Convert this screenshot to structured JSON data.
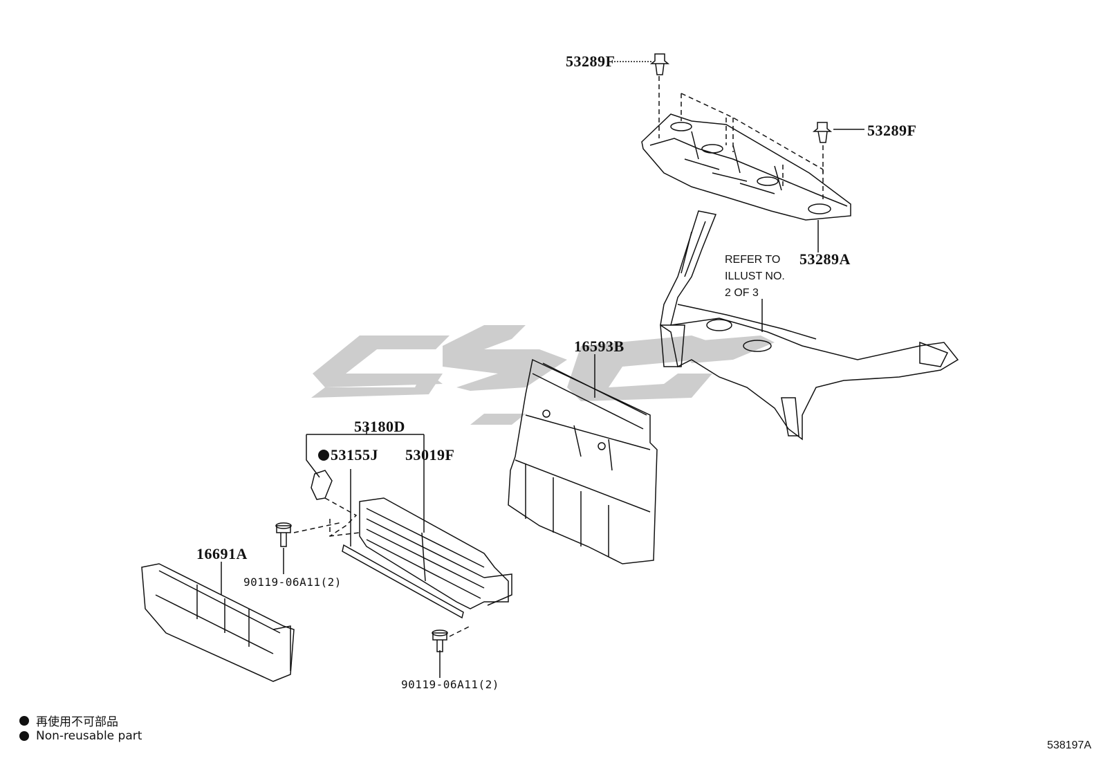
{
  "parts": {
    "p53289F_top": "53289F",
    "p53289F_right": "53289F",
    "p53289A": "53289A",
    "p16593B": "16593B",
    "p53180D": "53180D",
    "p53155J": "53155J",
    "p53019F": "53019F",
    "p16691A": "16691A",
    "p90119_left": "90119-06A11(2)",
    "p90119_bottom": "90119-06A11(2)"
  },
  "refer_note": {
    "line1": "REFER TO",
    "line2": "ILLUST NO.",
    "line3": "2 OF 3"
  },
  "legend": {
    "jp": "再使用不可部品",
    "en": "Non-reusable part"
  },
  "illustration_code": "538197A",
  "colors": {
    "line": "#111111",
    "watermark": "#c8c8c8"
  }
}
